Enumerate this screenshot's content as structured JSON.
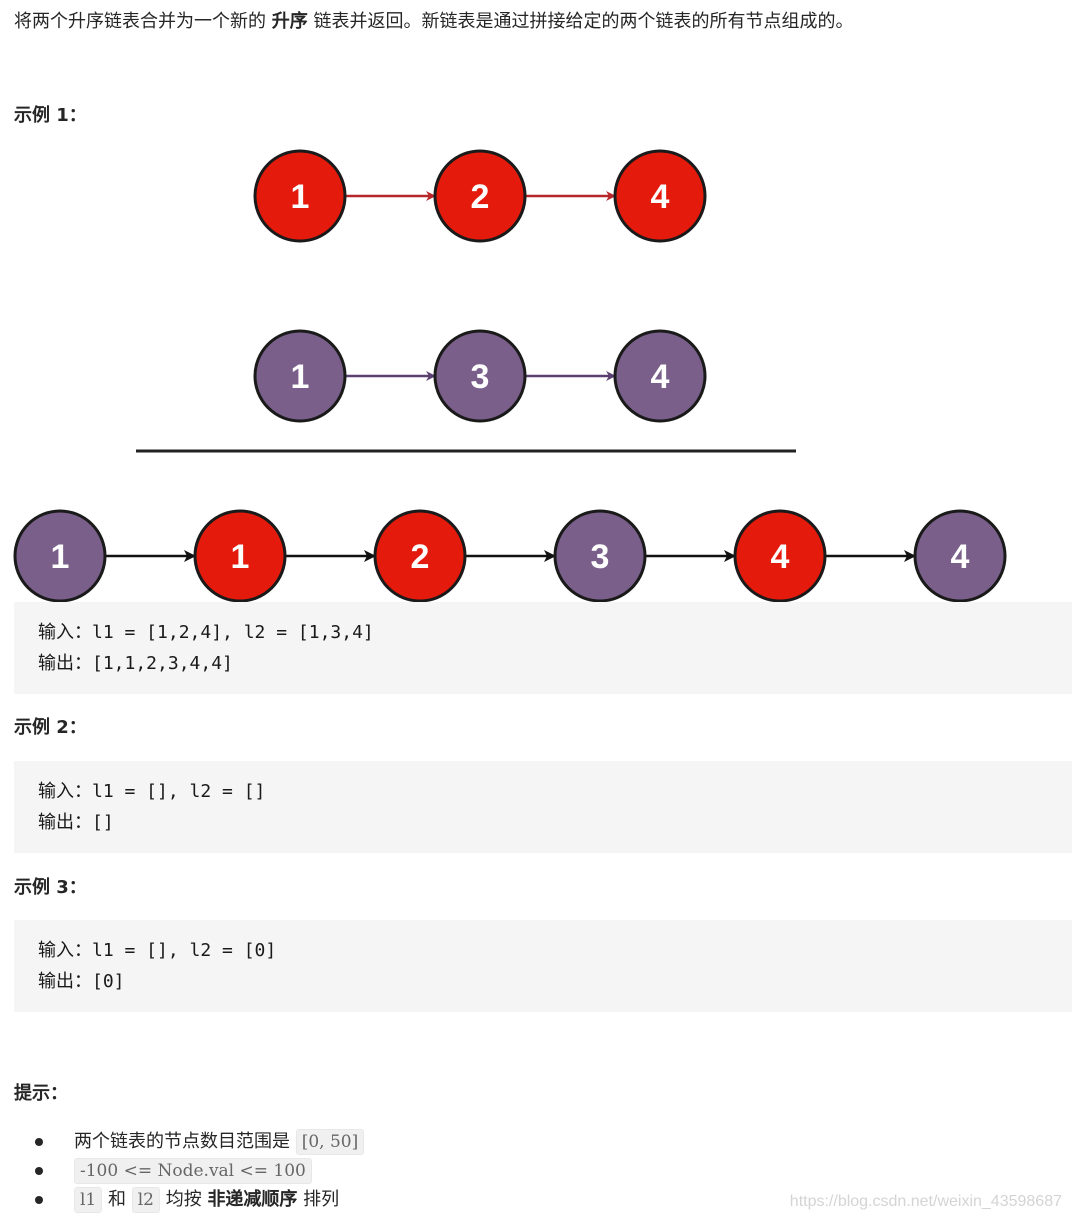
{
  "description": {
    "before": "将两个升序链表合并为一个新的 ",
    "emphasis": "升序",
    "after": " 链表并返回。新链表是通过拼接给定的两个链表的所有节点组成的。"
  },
  "examples": [
    {
      "heading": "示例 1：",
      "input": "输入：l1 = [1,2,4], l2 = [1,3,4]",
      "output": "输出：[1,1,2,3,4,4]"
    },
    {
      "heading": "示例 2：",
      "input": "输入：l1 = [], l2 = []",
      "output": "输出：[]"
    },
    {
      "heading": "示例 3：",
      "input": "输入：l1 = [], l2 = [0]",
      "output": "输出：[0]"
    }
  ],
  "diagram": {
    "list1": [
      "1",
      "2",
      "4"
    ],
    "list2": [
      "1",
      "3",
      "4"
    ],
    "merged": [
      {
        "value": "1",
        "from": "list2"
      },
      {
        "value": "1",
        "from": "list1"
      },
      {
        "value": "2",
        "from": "list1"
      },
      {
        "value": "3",
        "from": "list2"
      },
      {
        "value": "4",
        "from": "list1"
      },
      {
        "value": "4",
        "from": "list2"
      }
    ],
    "colors": {
      "list1_fill": "#e41a0c",
      "list2_fill": "#7a5f8a",
      "node_stroke": "#1a1a1a",
      "list1_arrow": "#b8262a",
      "list2_arrow": "#5a4070",
      "merged_arrow": "#111111",
      "node_text": "#ffffff"
    }
  },
  "hints": {
    "heading": "提示：",
    "items": [
      {
        "text": "两个链表的节点数目范围是 ",
        "code": "[0, 50]"
      },
      {
        "code": "-100 <= Node.val <= 100"
      },
      {
        "code1": "l1",
        "mid": " 和 ",
        "code2": "l2",
        "mid2": " 均按 ",
        "emphasis": "非递减顺序",
        "tail": " 排列"
      }
    ]
  },
  "watermark": "https://blog.csdn.net/weixin_43598687"
}
